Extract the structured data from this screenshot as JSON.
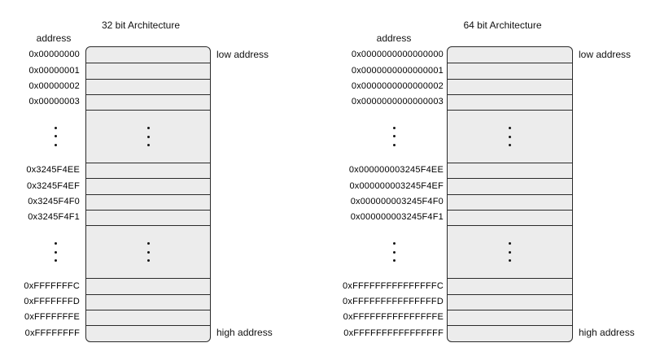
{
  "diagrams": [
    {
      "title": "32 bit Architecture",
      "column_header": "address",
      "low_label": "low address",
      "high_label": "high address",
      "groups": [
        {
          "addresses": [
            "0x00000000",
            "0x00000001",
            "0x00000002",
            "0x00000003"
          ]
        },
        {
          "addresses": [
            "0x3245F4EE",
            "0x3245F4EF",
            "0x3245F4F0",
            "0x3245F4F1"
          ]
        },
        {
          "addresses": [
            "0xFFFFFFFC",
            "0xFFFFFFFD",
            "0xFFFFFFFE",
            "0xFFFFFFFF"
          ]
        }
      ]
    },
    {
      "title": "64 bit Architecture",
      "column_header": "address",
      "low_label": "low address",
      "high_label": "high address",
      "groups": [
        {
          "addresses": [
            "0x0000000000000000",
            "0x0000000000000001",
            "0x0000000000000002",
            "0x0000000000000003"
          ]
        },
        {
          "addresses": [
            "0x000000003245F4EE",
            "0x000000003245F4EF",
            "0x000000003245F4F0",
            "0x000000003245F4F1"
          ]
        },
        {
          "addresses": [
            "0xFFFFFFFFFFFFFFFC",
            "0xFFFFFFFFFFFFFFFD",
            "0xFFFFFFFFFFFFFFFE",
            "0xFFFFFFFFFFFFFFFF"
          ]
        }
      ]
    }
  ],
  "colors": {
    "background": "#ffffff",
    "cell_fill": "#ececec",
    "line": "#2a2a2a",
    "text": "#000000"
  }
}
